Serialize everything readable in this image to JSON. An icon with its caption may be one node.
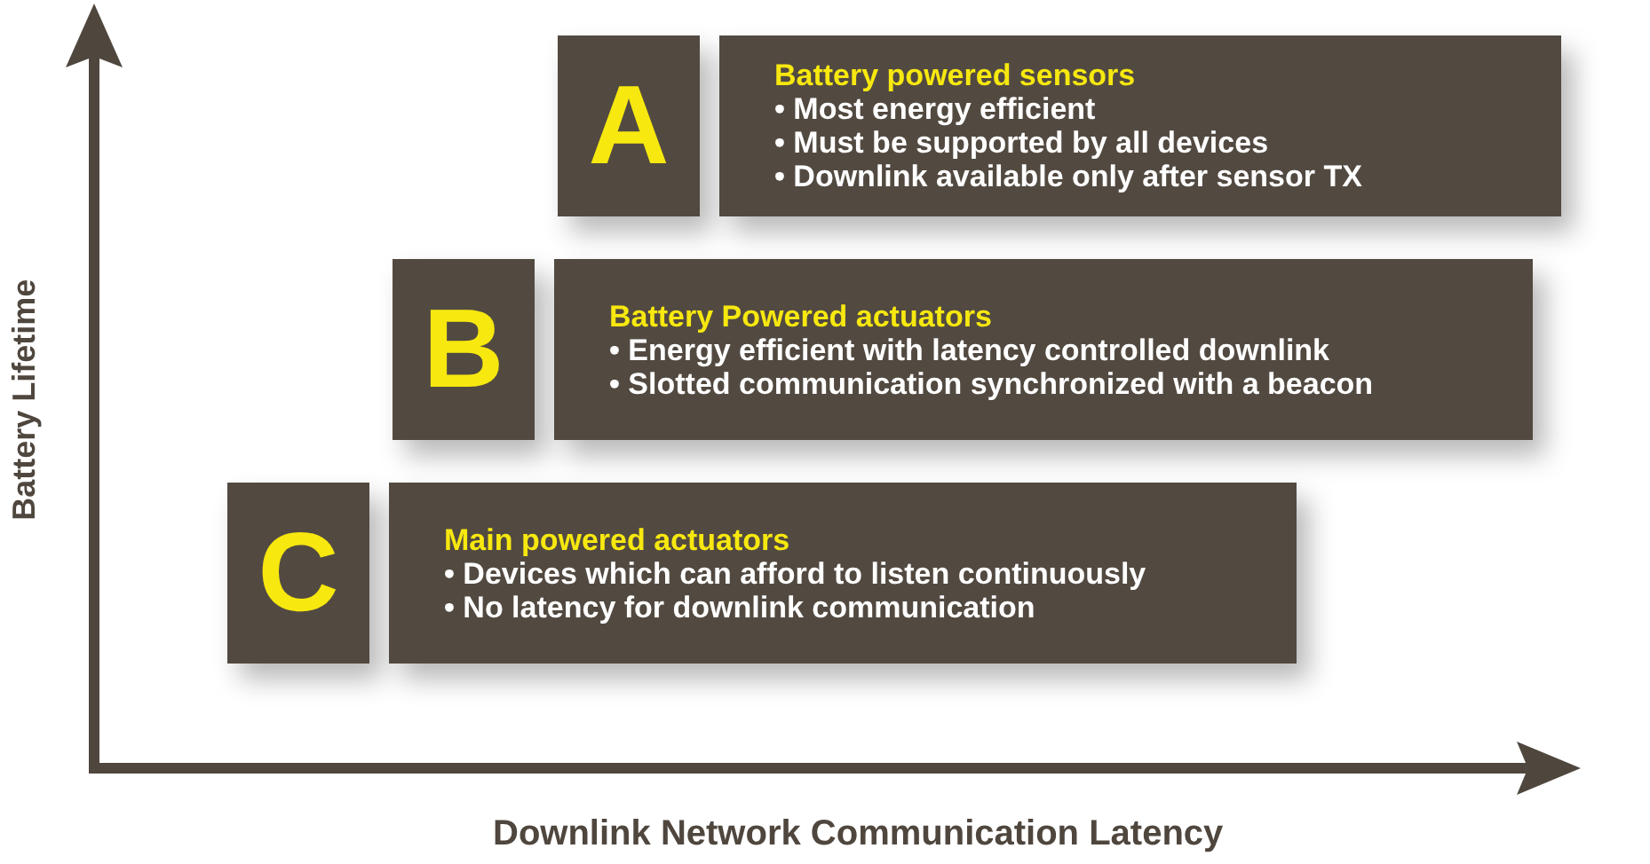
{
  "diagram": {
    "nodes": [
      {
        "text": [
          "A"
        ]
      },
      {
        "text": [
          "Battery powered sensors",
          "• Most energy efficient",
          "• Must be supported by all devices",
          "• Downlink available only after sensor TX"
        ]
      },
      {
        "text": [
          "B"
        ]
      },
      {
        "text": [
          "Battery Powered actuators",
          "• Energy efficient with latency controlled downlink",
          "• Slotted communication synchronized with a beacon"
        ]
      },
      {
        "text": [
          "C"
        ]
      },
      {
        "text": [
          "Main powered actuators",
          "• Devices which can afford to listen continuously",
          "• No latency for downlink communication"
        ]
      }
    ],
    "labels": [
      "Battery Lifetime",
      "Downlink Network Communication Latency"
    ]
  }
}
